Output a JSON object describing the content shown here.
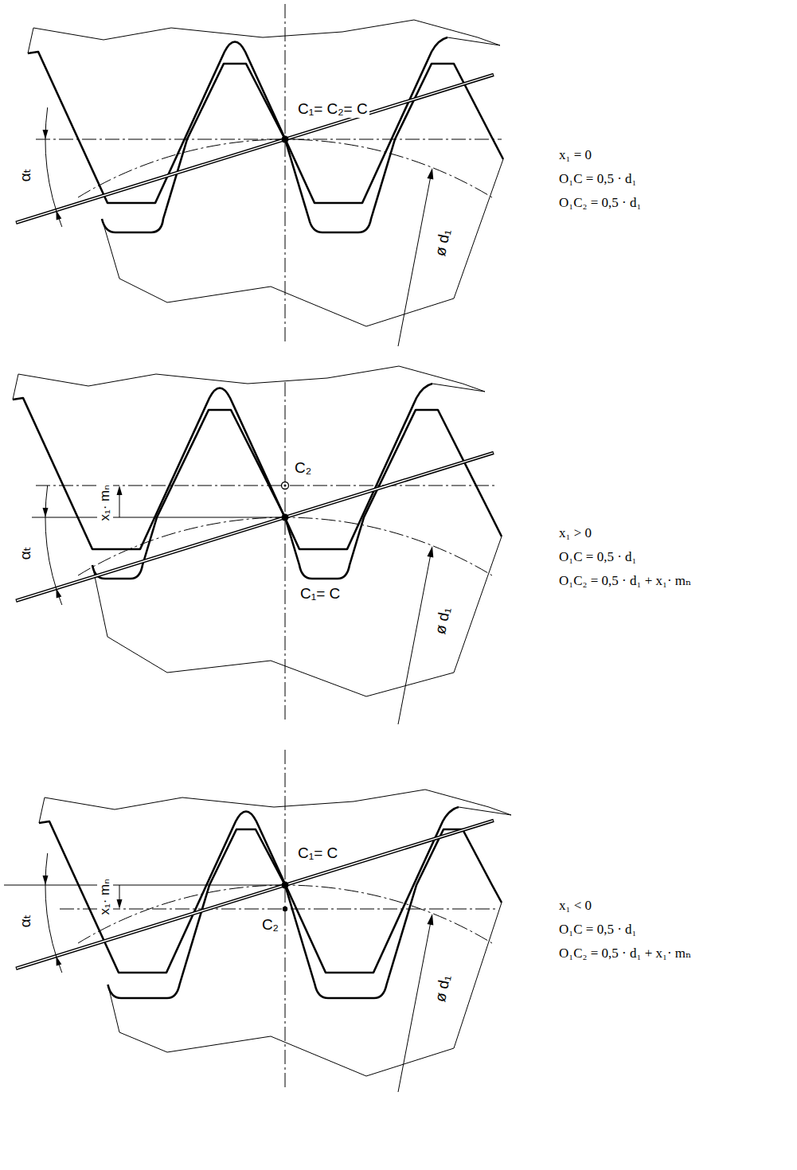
{
  "diagram": {
    "labels": [
      "C₁= C₂= C",
      "αₜ",
      "ø d₁",
      "x₁ = 0",
      "O₁C = 0,5 · d₁",
      "O₁C₂ = 0,5 · d₁",
      "C₂",
      "x₁· mₙ",
      "C₁= C",
      "αₜ",
      "ø d₁",
      "x₁ > 0",
      "O₁C = 0,5 · d₁",
      "O₁C₂ = 0,5 · d₁ + x₁· mₙ",
      "C₁= C",
      "x₁· mₙ",
      "C₂",
      "αₜ",
      "ø d₁",
      "x₁ < 0",
      "O₁C = 0,5 · d₁",
      "O₁C₂ = 0,5 · d₁ + x₁· mₙ"
    ]
  }
}
